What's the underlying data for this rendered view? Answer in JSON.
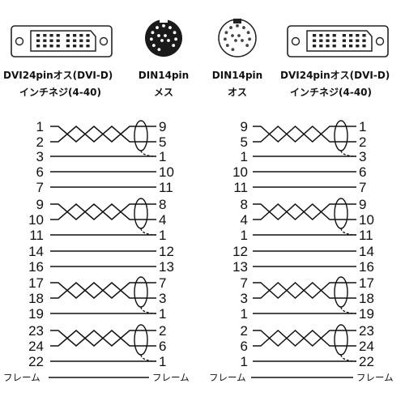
{
  "headers": [
    {
      "line1": "DVI24pinオス(DVI-D)",
      "line2": "インチネジ(4-40)"
    },
    {
      "line1": "DIN14pin",
      "line2": "メス"
    },
    {
      "line1": "DIN14pin",
      "line2": "オス"
    },
    {
      "line1": "DVI24pinオス(DVI-D)",
      "line2": "インチネジ(4-40)"
    }
  ],
  "frame_label": "フレーム",
  "left_cable": {
    "rows": [
      {
        "left": "1",
        "right": "9"
      },
      {
        "left": "2",
        "right": "5"
      },
      {
        "left": "3",
        "right": "1"
      },
      {
        "left": "6",
        "right": "10"
      },
      {
        "left": "7",
        "right": "11"
      },
      {
        "left": "9",
        "right": "8"
      },
      {
        "left": "10",
        "right": "4"
      },
      {
        "left": "11",
        "right": "1"
      },
      {
        "left": "14",
        "right": "12"
      },
      {
        "left": "16",
        "right": "13"
      },
      {
        "left": "17",
        "right": "7"
      },
      {
        "left": "18",
        "right": "3"
      },
      {
        "left": "19",
        "right": "1"
      },
      {
        "left": "23",
        "right": "2"
      },
      {
        "left": "24",
        "right": "6"
      },
      {
        "left": "22",
        "right": "1"
      }
    ]
  },
  "right_cable": {
    "rows": [
      {
        "left": "9",
        "right": "1"
      },
      {
        "left": "5",
        "right": "2"
      },
      {
        "left": "1",
        "right": "3"
      },
      {
        "left": "10",
        "right": "6"
      },
      {
        "left": "11",
        "right": "7"
      },
      {
        "left": "8",
        "right": "9"
      },
      {
        "left": "4",
        "right": "10"
      },
      {
        "left": "1",
        "right": "11"
      },
      {
        "left": "12",
        "right": "14"
      },
      {
        "left": "13",
        "right": "16"
      },
      {
        "left": "7",
        "right": "17"
      },
      {
        "left": "3",
        "right": "18"
      },
      {
        "left": "1",
        "right": "19"
      },
      {
        "left": "2",
        "right": "23"
      },
      {
        "left": "6",
        "right": "24"
      },
      {
        "left": "1",
        "right": "22"
      }
    ]
  }
}
